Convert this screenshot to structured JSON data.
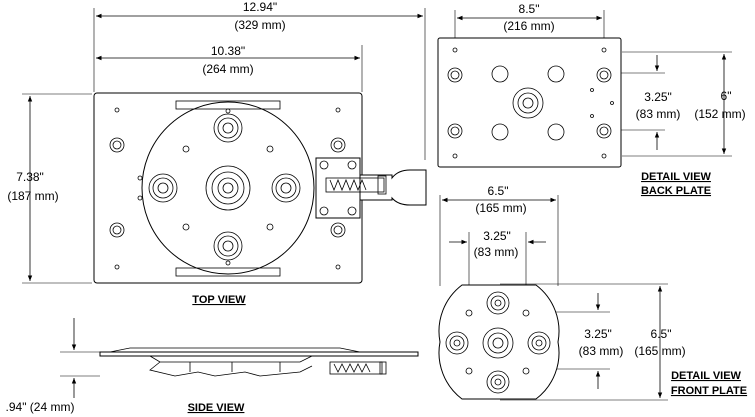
{
  "dimensions": {
    "top_width_outer": "12.94\"",
    "top_width_outer_mm": "(329 mm)",
    "top_width_inner": "10.38\"",
    "top_width_inner_mm": "(264 mm)",
    "top_height": "7.38\"",
    "top_height_mm": "(187 mm)",
    "back_width": "8.5\"",
    "back_width_mm": "(216 mm)",
    "back_hole_spacing": "3.25\"",
    "back_hole_spacing_mm": "(83 mm)",
    "back_height": "6\"",
    "back_height_mm": "(152 mm)",
    "front_width": "6.5\"",
    "front_width_mm": "(165 mm)",
    "front_hole_h": "3.25\"",
    "front_hole_h_mm": "(83 mm)",
    "front_hole_v": "3.25\"",
    "front_hole_v_mm": "(83 mm)",
    "front_height": "6.5\"",
    "front_height_mm": "(165 mm)",
    "side_height": ".94\" (24 mm)"
  },
  "captions": {
    "top_view": "TOP VIEW",
    "side_view": "SIDE VIEW",
    "back_line1": "DETAIL VIEW",
    "back_line2": "BACK PLATE",
    "front_line1": "DETAIL VIEW",
    "front_line2": "FRONT PLATE"
  }
}
